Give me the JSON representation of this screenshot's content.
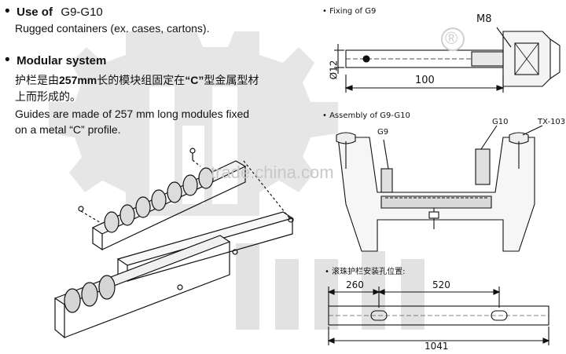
{
  "text": {
    "use_bullet": "•",
    "use_label": "Use of",
    "use_code": "G9-G10",
    "use_desc": "Rugged containers (ex. cases, cartons).",
    "modular_bullet": "•",
    "modular_title": "Modular system",
    "chinese_l1_a": "护栏是由",
    "chinese_l1_b": "257mm",
    "chinese_l1_c": "长的模块组固定在",
    "chinese_l1_d": "“C”",
    "chinese_l1_e": "型金属型材",
    "chinese_l2": "上而形成的。",
    "english_l1": "Guides are made of 257 mm long modules fixed",
    "english_l2": "on a metal “C” profile.",
    "fixing_label": "• Fixing of G9",
    "m8": "M8",
    "dia12": "Ø12",
    "dim100": "100",
    "registered": "®",
    "assembly_label": "• Assembly of G9-G10",
    "g9_label": "G9",
    "g10_label": "G10",
    "tx_label": "TX-103",
    "holes_label": "• 滚珠护栏安装孔位置:",
    "dim260": "260",
    "dim520": "520",
    "dim1041": "1041",
    "watermark": "trade.china.com"
  },
  "colors": {
    "ink": "#111111",
    "logo_gray": "#d9d9d9",
    "watermark": "#c8c8c8"
  }
}
